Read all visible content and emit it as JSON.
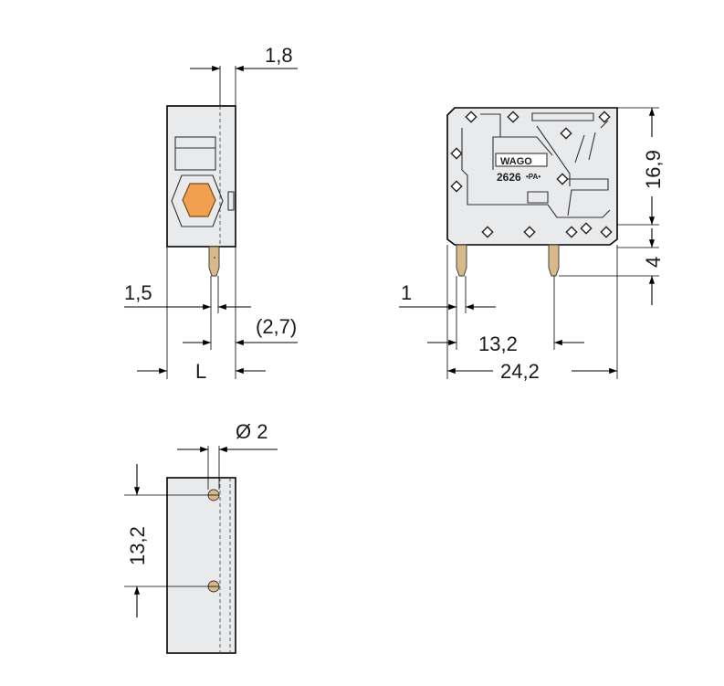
{
  "dimensions": {
    "pitch_width": "1,8",
    "left_pin_offset": "1,5",
    "pin_offset_paren": "(2,7)",
    "length_label": "L",
    "pin_thickness": "1",
    "pin_spacing": "13,2",
    "total_width": "24,2",
    "height": "16,9",
    "pin_length": "4",
    "hole_diameter": "Ø 2",
    "hole_spacing": "13,2"
  },
  "product": {
    "brand": "WAGO",
    "model_text": "2626",
    "suffix": "•PA•"
  },
  "colors": {
    "body": "#e9eaec",
    "actuator": "#f0a050",
    "pin": "#d8b98a"
  }
}
